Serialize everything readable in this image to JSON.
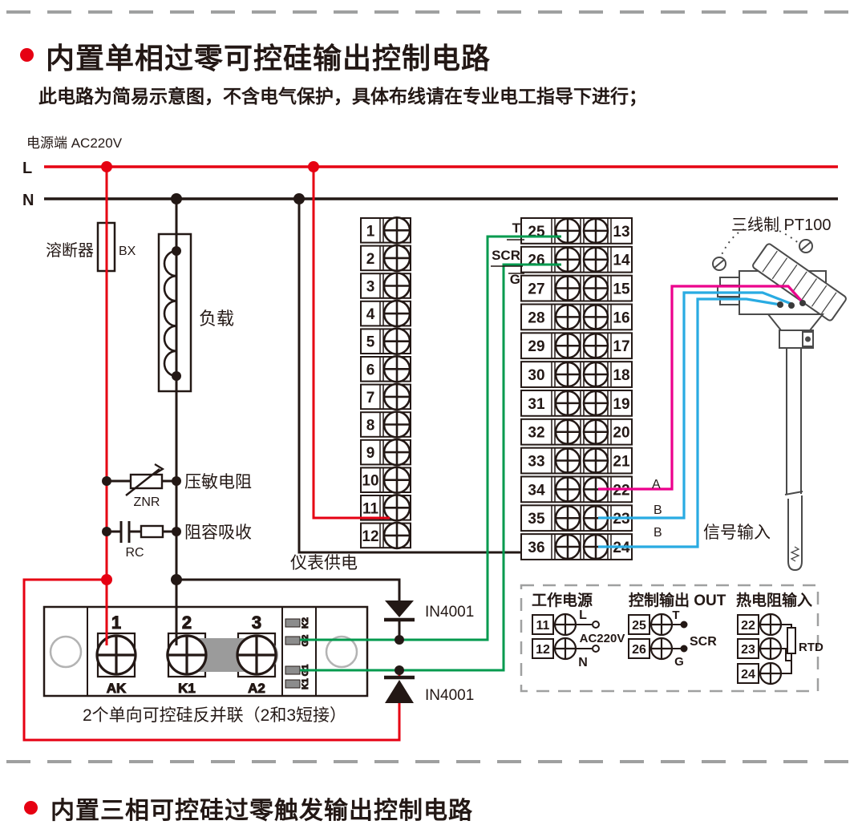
{
  "section1": {
    "title": "内置单相过零可控硅输出控制电路",
    "note": "此电路为简易示意图，不含电气保护，具体布线请在专业电工指导下进行；"
  },
  "section2": {
    "title": "内置三相可控硅过零触发输出控制电路"
  },
  "power": {
    "label": "电源端  AC220V",
    "line_l": "L",
    "line_n": "N"
  },
  "components": {
    "fuse_label": "溶断器",
    "fuse_model": "BX",
    "load_label": "负载",
    "varistor_label": "压敏电阻",
    "varistor_model": "ZNR",
    "snubber_label": "阻容吸收",
    "snubber_model": "RC",
    "diode1": "IN4001",
    "diode2": "IN4001",
    "meter_supply": "仪表供电",
    "signal_input": "信号输入",
    "sensor_label": "三线制 PT100"
  },
  "left_strip": {
    "numbers": [
      1,
      2,
      3,
      4,
      5,
      6,
      7,
      8,
      9,
      10,
      11,
      12
    ]
  },
  "right_strip": {
    "left_numbers": [
      25,
      26,
      27,
      28,
      29,
      30,
      31,
      32,
      33,
      34,
      35,
      36
    ],
    "right_numbers": [
      13,
      14,
      15,
      16,
      17,
      18,
      19,
      20,
      21,
      22,
      23,
      24
    ],
    "labels": {
      "t": "T",
      "scr": "SCR",
      "g": "G"
    },
    "wire_labels": {
      "a": "A",
      "b1": "B",
      "b2": "B"
    }
  },
  "scr_module": {
    "terminals": [
      {
        "num": "1",
        "label": "AK"
      },
      {
        "num": "2",
        "label": "K1"
      },
      {
        "num": "3",
        "label": "A2"
      }
    ],
    "pins": [
      "K2",
      "G2",
      "G1",
      "K1"
    ],
    "caption": "2个单向可控硅反并联（2和3短接）"
  },
  "inset": {
    "power": {
      "title": "工作电源",
      "terminals": [
        "11",
        "12"
      ],
      "l": "L",
      "voltage": "AC220V",
      "n": "N"
    },
    "output": {
      "title": "控制输出 OUT",
      "terminals": [
        "25",
        "26"
      ],
      "t": "T",
      "scr": "SCR",
      "g": "G"
    },
    "rtd": {
      "title": "热电阻输入",
      "terminals": [
        "22",
        "23",
        "24"
      ],
      "label": "RTD"
    }
  },
  "colors": {
    "red": "#e60012",
    "ink": "#231815",
    "green": "#009a4e",
    "magenta": "#ec008c",
    "cyan": "#29abe2",
    "gray": "#9fa0a0",
    "band": "#9b9b9b"
  }
}
